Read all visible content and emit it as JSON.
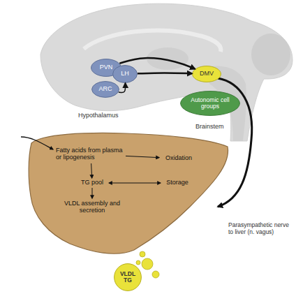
{
  "diagram": {
    "nodes": [
      {
        "text": [
          "PVN"
        ]
      },
      {
        "text": [
          "LH"
        ]
      },
      {
        "text": [
          "ARC"
        ]
      },
      {
        "text": [
          "DMV"
        ]
      },
      {
        "text": [
          "Autonomic cell groups"
        ]
      },
      {
        "text": [
          "Fatty acids from plasma or lipogenesis"
        ]
      },
      {
        "text": [
          "Oxidation"
        ]
      },
      {
        "text": [
          "TG pool"
        ]
      },
      {
        "text": [
          "Storage"
        ]
      },
      {
        "text": [
          "VLDL assembly and secretion"
        ]
      },
      {
        "text": [
          "VLDL TG"
        ]
      }
    ],
    "edges": [
      {
        "from": 2,
        "to": 1,
        "arrow": "to"
      },
      {
        "from": 0,
        "to": 3,
        "arrow": "to"
      },
      {
        "from": 1,
        "to": 3,
        "arrow": "to"
      },
      {
        "from": 5,
        "to": 6,
        "arrow": "to"
      },
      {
        "from": 5,
        "to": 7,
        "arrow": "to"
      },
      {
        "from": 7,
        "to": 8,
        "arrow": "both"
      },
      {
        "from": 7,
        "to": 9,
        "arrow": "to"
      }
    ],
    "labels": [
      "Hypothalamus",
      "Brainstem",
      "Parasympathetic nerve to liver (n. vagus)"
    ]
  }
}
